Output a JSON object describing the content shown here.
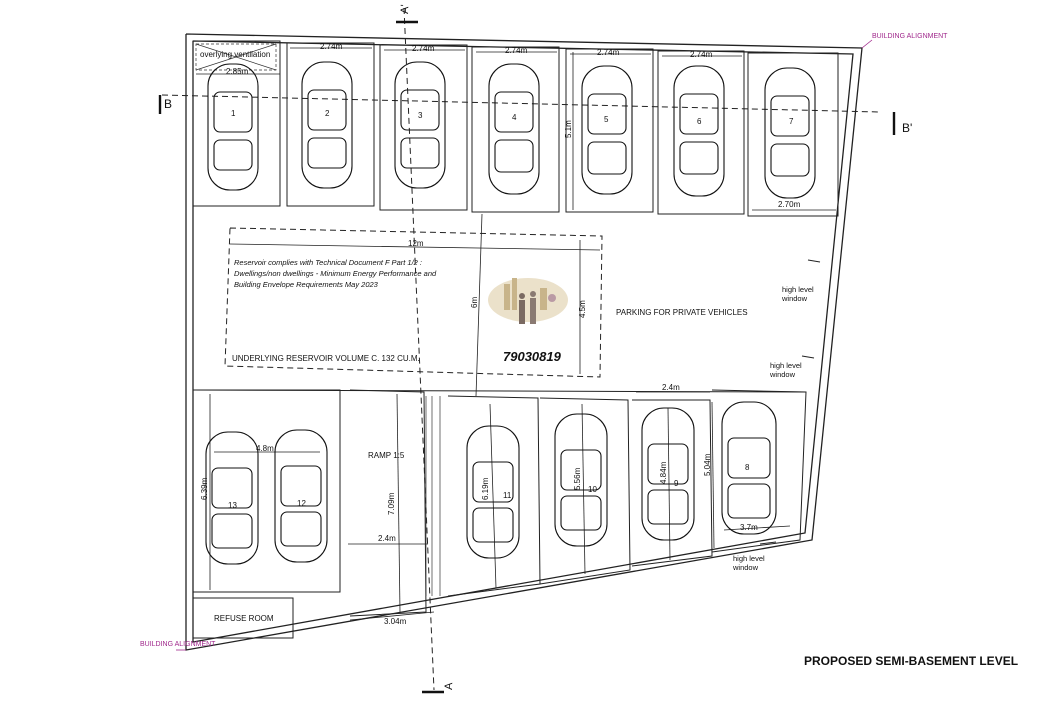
{
  "title": "PROPOSED SEMI-BASEMENT LEVEL",
  "section_markers": {
    "a_top": "A'",
    "a_bottom": "A",
    "b_left": "B",
    "b_right": "B'"
  },
  "building_alignment_label": "BUILDING ALIGNMENT",
  "reservoir_note": [
    "Reservoir complies with Technical Document F Part 1/2 :",
    "Dwellings/non dwellings - Minimum Energy Performance and",
    "Building Envelope Requirements May 2023"
  ],
  "reservoir_volume": "UNDERLYING RESERVOIR VOLUME C. 132 CU.M.",
  "plan_number": "79030819",
  "parking_label": "PARKING FOR PRIVATE VEHICLES",
  "overlying_ventilation": "overlying ventilation",
  "ramp_label": "RAMP 1:5",
  "refuse_room": "REFUSE ROOM",
  "high_level_window": [
    "high level",
    "window"
  ],
  "dimensions": {
    "top_widths": [
      "2.85m",
      "2.74m",
      "2.74m",
      "2.74m",
      "2.74m",
      "2.74m"
    ],
    "top_depth": "5.1m",
    "right_width": "2.70m",
    "reservoir_width": "12m",
    "reservoir_depth": "4.5m",
    "aisle": "6m",
    "bottom_width": "2.4m",
    "stall13_w": "4.8m",
    "stall13_d": "6.39m",
    "ramp_len": "7.09m",
    "ramp_w": "2.4m",
    "ramp_bottom": "3.04m",
    "stall11_d": "6.19m",
    "stall10_d": "5.56m",
    "stall9_d": "4.84m",
    "stall8_d": "5.04m",
    "stall8_w": "3.7m"
  },
  "stalls_top": [
    "1",
    "2",
    "3",
    "4",
    "5",
    "6",
    "7"
  ],
  "stalls_bottom": [
    "13",
    "12",
    "11",
    "10",
    "9",
    "8"
  ]
}
